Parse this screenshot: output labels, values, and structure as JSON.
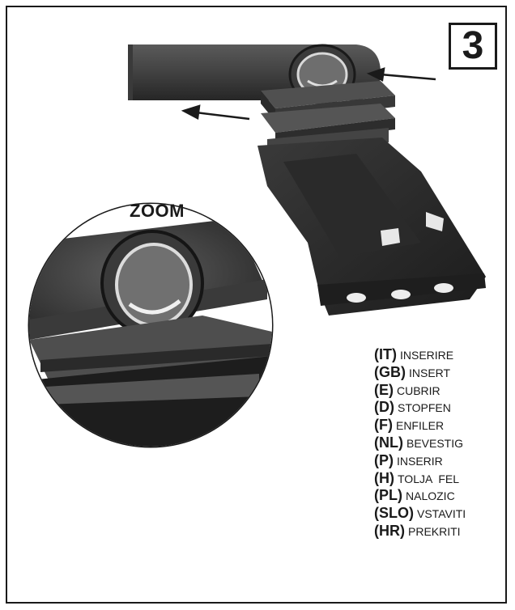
{
  "step": {
    "number": "3"
  },
  "zoom": {
    "label": "ZOOM"
  },
  "instructions": [
    {
      "code": "(IT)",
      "text": "INSERIRE"
    },
    {
      "code": "(GB)",
      "text": "INSERT"
    },
    {
      "code": "(E)",
      "text": "CUBRIR"
    },
    {
      "code": "(D)",
      "text": "STOPFEN"
    },
    {
      "code": "(F)",
      "text": "ENFILER"
    },
    {
      "code": "(NL)",
      "text": "BEVESTIG"
    },
    {
      "code": "(P)",
      "text": "INSERIR"
    },
    {
      "code": "(H)",
      "text": "TOLJA  FEL"
    },
    {
      "code": "(PL)",
      "text": "NALOZIC"
    },
    {
      "code": "(SLO)",
      "text": "VSTAVITI"
    },
    {
      "code": "(HR)",
      "text": "PREKRITI"
    }
  ],
  "colors": {
    "ink": "#1a1a1a",
    "metal_dark": "#2b2b2b",
    "metal_mid": "#4a4a4a",
    "metal_light": "#6b6b6b"
  }
}
